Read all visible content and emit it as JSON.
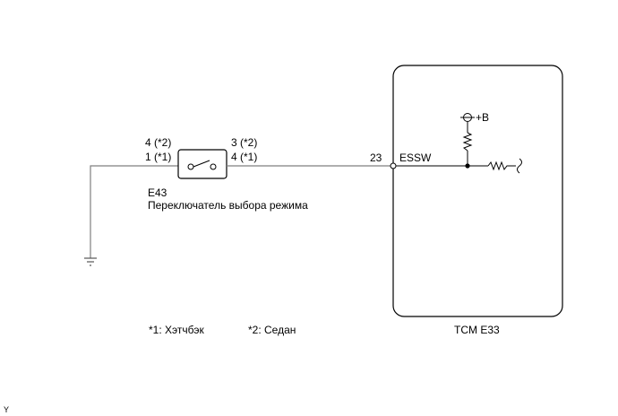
{
  "switch": {
    "pin_top_left": "4 (*2)",
    "pin_bottom_left": "1 (*1)",
    "pin_top_right": "3 (*2)",
    "pin_bottom_right": "4 (*1)",
    "connector": "E43",
    "name": "Переключатель выбора режима"
  },
  "tcm": {
    "terminal_number": "23",
    "terminal_name": "ESSW",
    "supply_label": "+B",
    "label": "TCM E33"
  },
  "notes": {
    "note1": "*1: Хэтчбэк",
    "note2": "*2: Седан"
  },
  "corner_mark": "Y",
  "colors": {
    "wire": "#7f7f7f",
    "outline": "#000000"
  }
}
